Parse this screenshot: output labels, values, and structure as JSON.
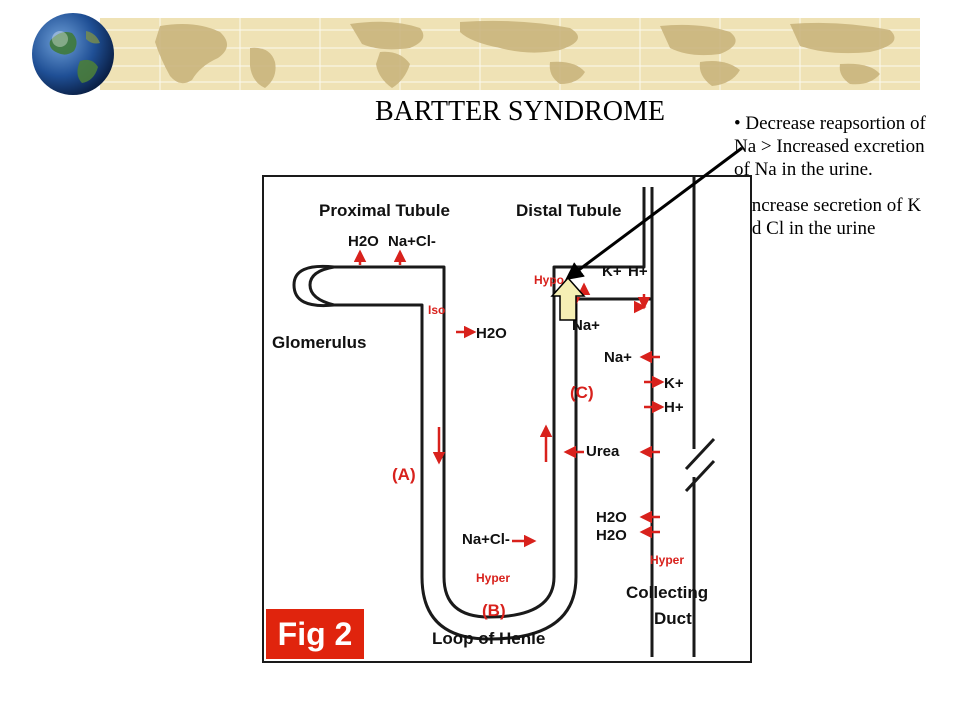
{
  "slide": {
    "title": "BARTTER SYNDROME",
    "bullets": [
      "• Decrease reapsortion of Na > Increased excretion of Na in the urine.",
      "• Increase secretion of K and Cl in the urine"
    ]
  },
  "figure": {
    "badge": "Fig 2",
    "labels": {
      "proximal_tubule": "Proximal Tubule",
      "distal_tubule": "Distal Tubule",
      "glomerulus": "Glomerulus",
      "loop_of_henle": "Loop of Henle",
      "collecting_duct_line1": "Collecting",
      "collecting_duct_line2": "Duct",
      "label_a": "(A)",
      "label_b": "(B)",
      "label_c": "(C)",
      "iso": "Iso",
      "hypo": "Hypo",
      "hyper_loop": "Hyper",
      "hyper_duct": "Hyper",
      "h2o_proximal": "H2O",
      "nacl_proximal": "Na+Cl-",
      "h2o_descending": "H2O",
      "nacl_loop": "Na+Cl-",
      "k_distal": "K+",
      "h_distal": "H+",
      "na_distal": "Na+",
      "na_duct": "Na+",
      "k_duct": "K+",
      "h_duct": "H+",
      "urea": "Urea",
      "h2o_duct1": "H2O",
      "h2o_duct2": "H2O"
    }
  },
  "colors": {
    "banner": "#efe2b5",
    "map_land": "#c8b27a",
    "tubule_red": "#d8211c",
    "badge_red": "#e0240d",
    "pointer_fill": "#f5efb4"
  },
  "icons": {
    "globe": "globe-icon",
    "pointer": "up-arrow-icon"
  }
}
